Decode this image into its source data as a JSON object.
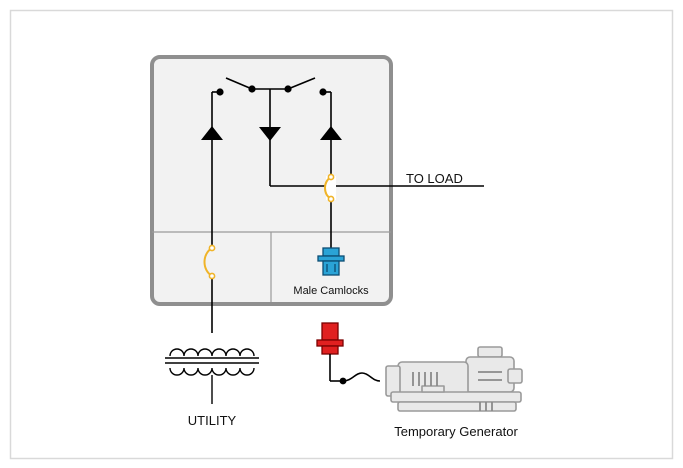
{
  "labels": {
    "to_load": "TO LOAD",
    "male_camlocks": "Male Camlocks",
    "utility": "UTILITY",
    "temporary_generator": "Temporary Generator"
  },
  "colors": {
    "frame_border": "#d9d9d9",
    "panel_fill": "#f2f2f2",
    "panel_border": "#8f8f8f",
    "wire": "#000000",
    "fuse": "#f0b429",
    "male_camlock": "#2aa3d6",
    "female_camlock": "#e02020",
    "generator_fill": "#e9e9e9",
    "generator_stroke": "#9a9a9a"
  },
  "icons": {
    "transformer": "transformer-icon",
    "generator": "generator-icon",
    "male_camlock": "male-camlock-icon",
    "female_camlock": "female-camlock-icon",
    "fuse": "fuse-icon"
  }
}
